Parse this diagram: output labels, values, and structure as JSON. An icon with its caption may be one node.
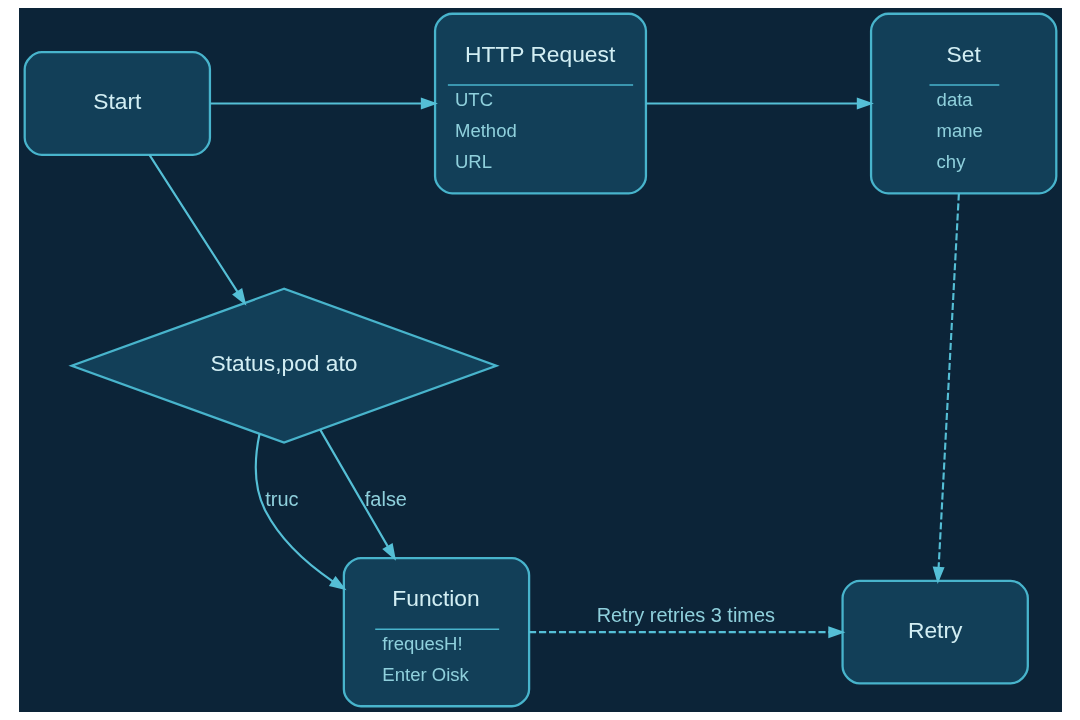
{
  "diagram": {
    "nodes": [
      {
        "text": [
          "Start"
        ]
      },
      {
        "text": [
          "HTTP Request",
          "UTC",
          "Method",
          "URL"
        ]
      },
      {
        "text": [
          "Set",
          "data",
          "mane",
          "chy"
        ]
      },
      {
        "text": [
          "Status,pod ato"
        ]
      },
      {
        "text": [
          "Function",
          "frequesH!",
          "Enter Oisk"
        ]
      },
      {
        "text": [
          "Retry"
        ]
      }
    ],
    "edges": [
      {
        "from": 0,
        "to": 1,
        "arrow": "to"
      },
      {
        "from": 1,
        "to": 2,
        "arrow": "to"
      },
      {
        "from": 0,
        "to": 3,
        "arrow": "to"
      },
      {
        "from": 3,
        "to": 4,
        "arrow": "to",
        "label": "truc"
      },
      {
        "from": 3,
        "to": 4,
        "arrow": "to",
        "label": "false"
      },
      {
        "from": 2,
        "to": 5,
        "arrow": "to",
        "style": "dashed"
      },
      {
        "from": 4,
        "to": 5,
        "arrow": "to",
        "style": "dashed",
        "label": "Retry retries 3 times"
      }
    ]
  }
}
